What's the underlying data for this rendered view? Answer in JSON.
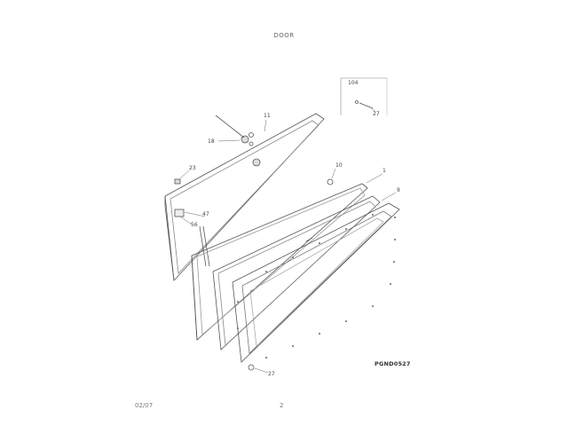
{
  "title": "DOOR",
  "footer": {
    "date": "02/07",
    "page": "2"
  },
  "figure_code": "PGND0527",
  "callouts": [
    "104",
    "27",
    "11",
    "18",
    "10",
    "1",
    "23",
    "9",
    "47",
    "56",
    "27"
  ]
}
